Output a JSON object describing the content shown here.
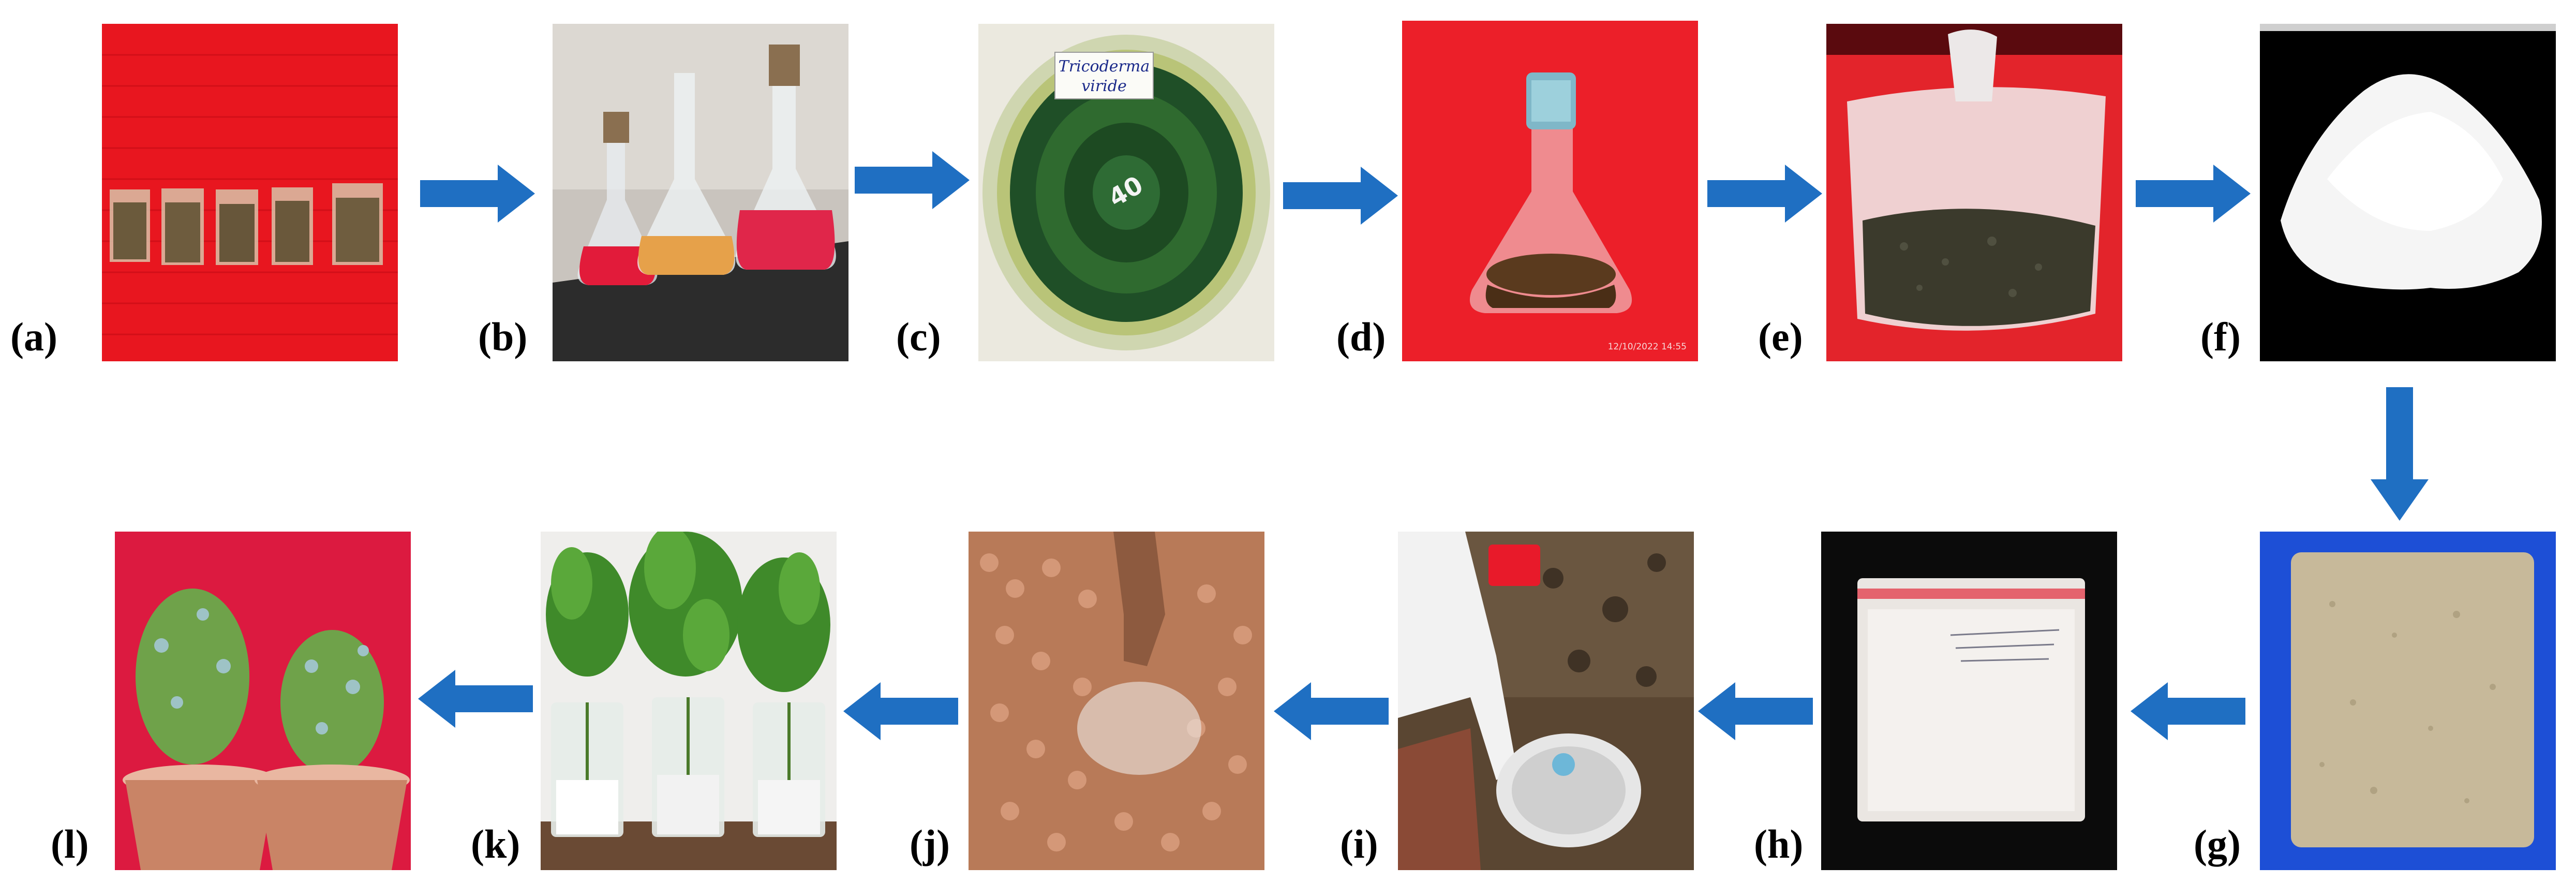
{
  "figure": {
    "arrow_color": "#1f6fc2",
    "panels": [
      {
        "label": "(a)",
        "content": "soil-samples-packets"
      },
      {
        "label": "(b)",
        "content": "culture-flasks"
      },
      {
        "label": "(c)",
        "content": "petri-dish-culture",
        "plate_label": "Tricoderma viride",
        "plate_number": "40"
      },
      {
        "label": "(d)",
        "content": "inoculated-flask",
        "timestamp": "12/10/2022 14:55"
      },
      {
        "label": "(e)",
        "content": "mass-multiplication-bag"
      },
      {
        "label": "(f)",
        "content": "talc-powder"
      },
      {
        "label": "(g)",
        "content": "mixed-formulation-tray"
      },
      {
        "label": "(h)",
        "content": "packed-formulation-bag"
      },
      {
        "label": "(i)",
        "content": "soil-application"
      },
      {
        "label": "(j)",
        "content": "seed-treatment"
      },
      {
        "label": "(k)",
        "content": "seedlings-in-jars"
      },
      {
        "label": "(l)",
        "content": "potted-plants"
      }
    ]
  }
}
